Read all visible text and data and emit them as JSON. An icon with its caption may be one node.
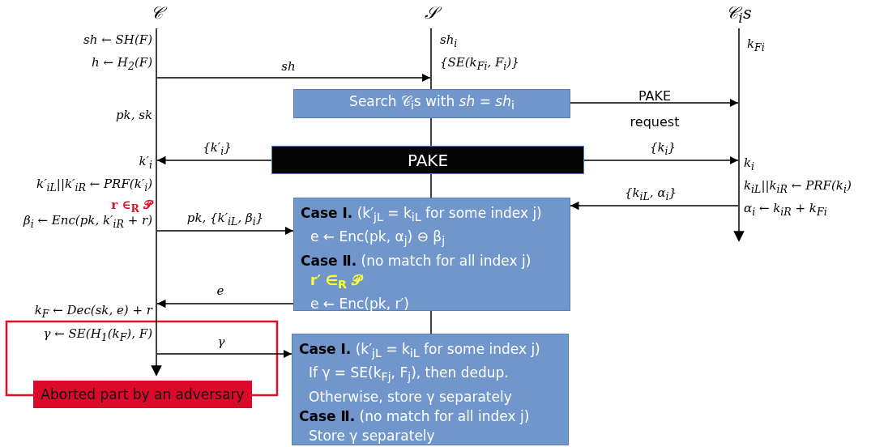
{
  "diagram": {
    "nodes": [
      {
        "text": [
          "𝒞"
        ]
      },
      {
        "text": [
          "𝒮"
        ]
      },
      {
        "text": [
          "𝒞$_{i}$s"
        ]
      },
      {
        "text": [
          "Search 𝒞$_{i}$s with *sh* = *sh*$_{i}$"
        ]
      },
      {
        "text": [
          "PAKE"
        ]
      },
      {
        "text": [
          "**Case Ⅰ.** (k′$_{jL}$ = k$_{iL}$ for some index j)",
          "e ← Enc(pk, α$_{j}$) ⊖ β$_{j}$",
          "**Case Ⅱ.** (no match for all index j)",
          "r′ ∈$_{R}$ 𝒫",
          "e ← Enc(pk, r′)"
        ]
      },
      {
        "text": [
          "**Case Ⅰ.** (k′$_{jL}$ = k$_{iL}$ for some index j)",
          "If γ = SE(k$_{Fj}$, F$_{j}$), then dedup.",
          "Otherwise, store γ separately",
          "**Case Ⅱ.** (no match for all index j)",
          "Store γ separately"
        ]
      },
      {
        "text": [
          "Aborted part by an adversary"
        ]
      }
    ],
    "edges": [
      {
        "from": 0,
        "to": 1,
        "arrow": "to",
        "label": "sh"
      },
      {
        "from": 3,
        "to": 2,
        "arrow": "to",
        "label": "PAKE request"
      },
      {
        "from": 4,
        "to": 0,
        "arrow": "to",
        "label": "{k′$_{i}$}"
      },
      {
        "from": 4,
        "to": 2,
        "arrow": "to",
        "label": "{k$_{i}$}"
      },
      {
        "from": 2,
        "to": 5,
        "arrow": "to",
        "label": "{k$_{iL}$, α$_{i}$}"
      },
      {
        "from": 0,
        "to": 5,
        "arrow": "to",
        "label": "pk, {k′$_{iL}$, β$_{i}$}"
      },
      {
        "from": 5,
        "to": 0,
        "arrow": "to",
        "label": "e"
      },
      {
        "from": 0,
        "to": 6,
        "arrow": "to",
        "label": "γ"
      },
      {
        "from": 3,
        "to": 4,
        "arrow": "none"
      },
      {
        "from": 4,
        "to": 5,
        "arrow": "none"
      },
      {
        "from": 5,
        "to": 6,
        "arrow": "none"
      }
    ],
    "labels": [
      "sh ← SH(F)",
      "sh$_{i}$",
      "k$_{Fi}$",
      "h ← H$_{2}$(F)",
      "{SE(k$_{Fi}$, F$_{i}$)}",
      "pk, sk",
      "k′$_{i}$",
      "k$_{i}$",
      "k′$_{iL}$||k′$_{iR}$ ← PRF(k′$_{i}$)",
      "k$_{iL}$||k$_{iR}$ ← PRF(k$_{i}$)",
      "r ∈$_{R}$ 𝒫",
      "α$_{i}$ ← k$_{iR}$ + k$_{Fi}$",
      "β$_{i}$ ← Enc(pk, k′$_{iR}$ + r)",
      "k$_{F}$ ← Dec(sk, e) + r",
      "γ ← SE(H$_{1}$(k$_{F}$), F)"
    ]
  }
}
